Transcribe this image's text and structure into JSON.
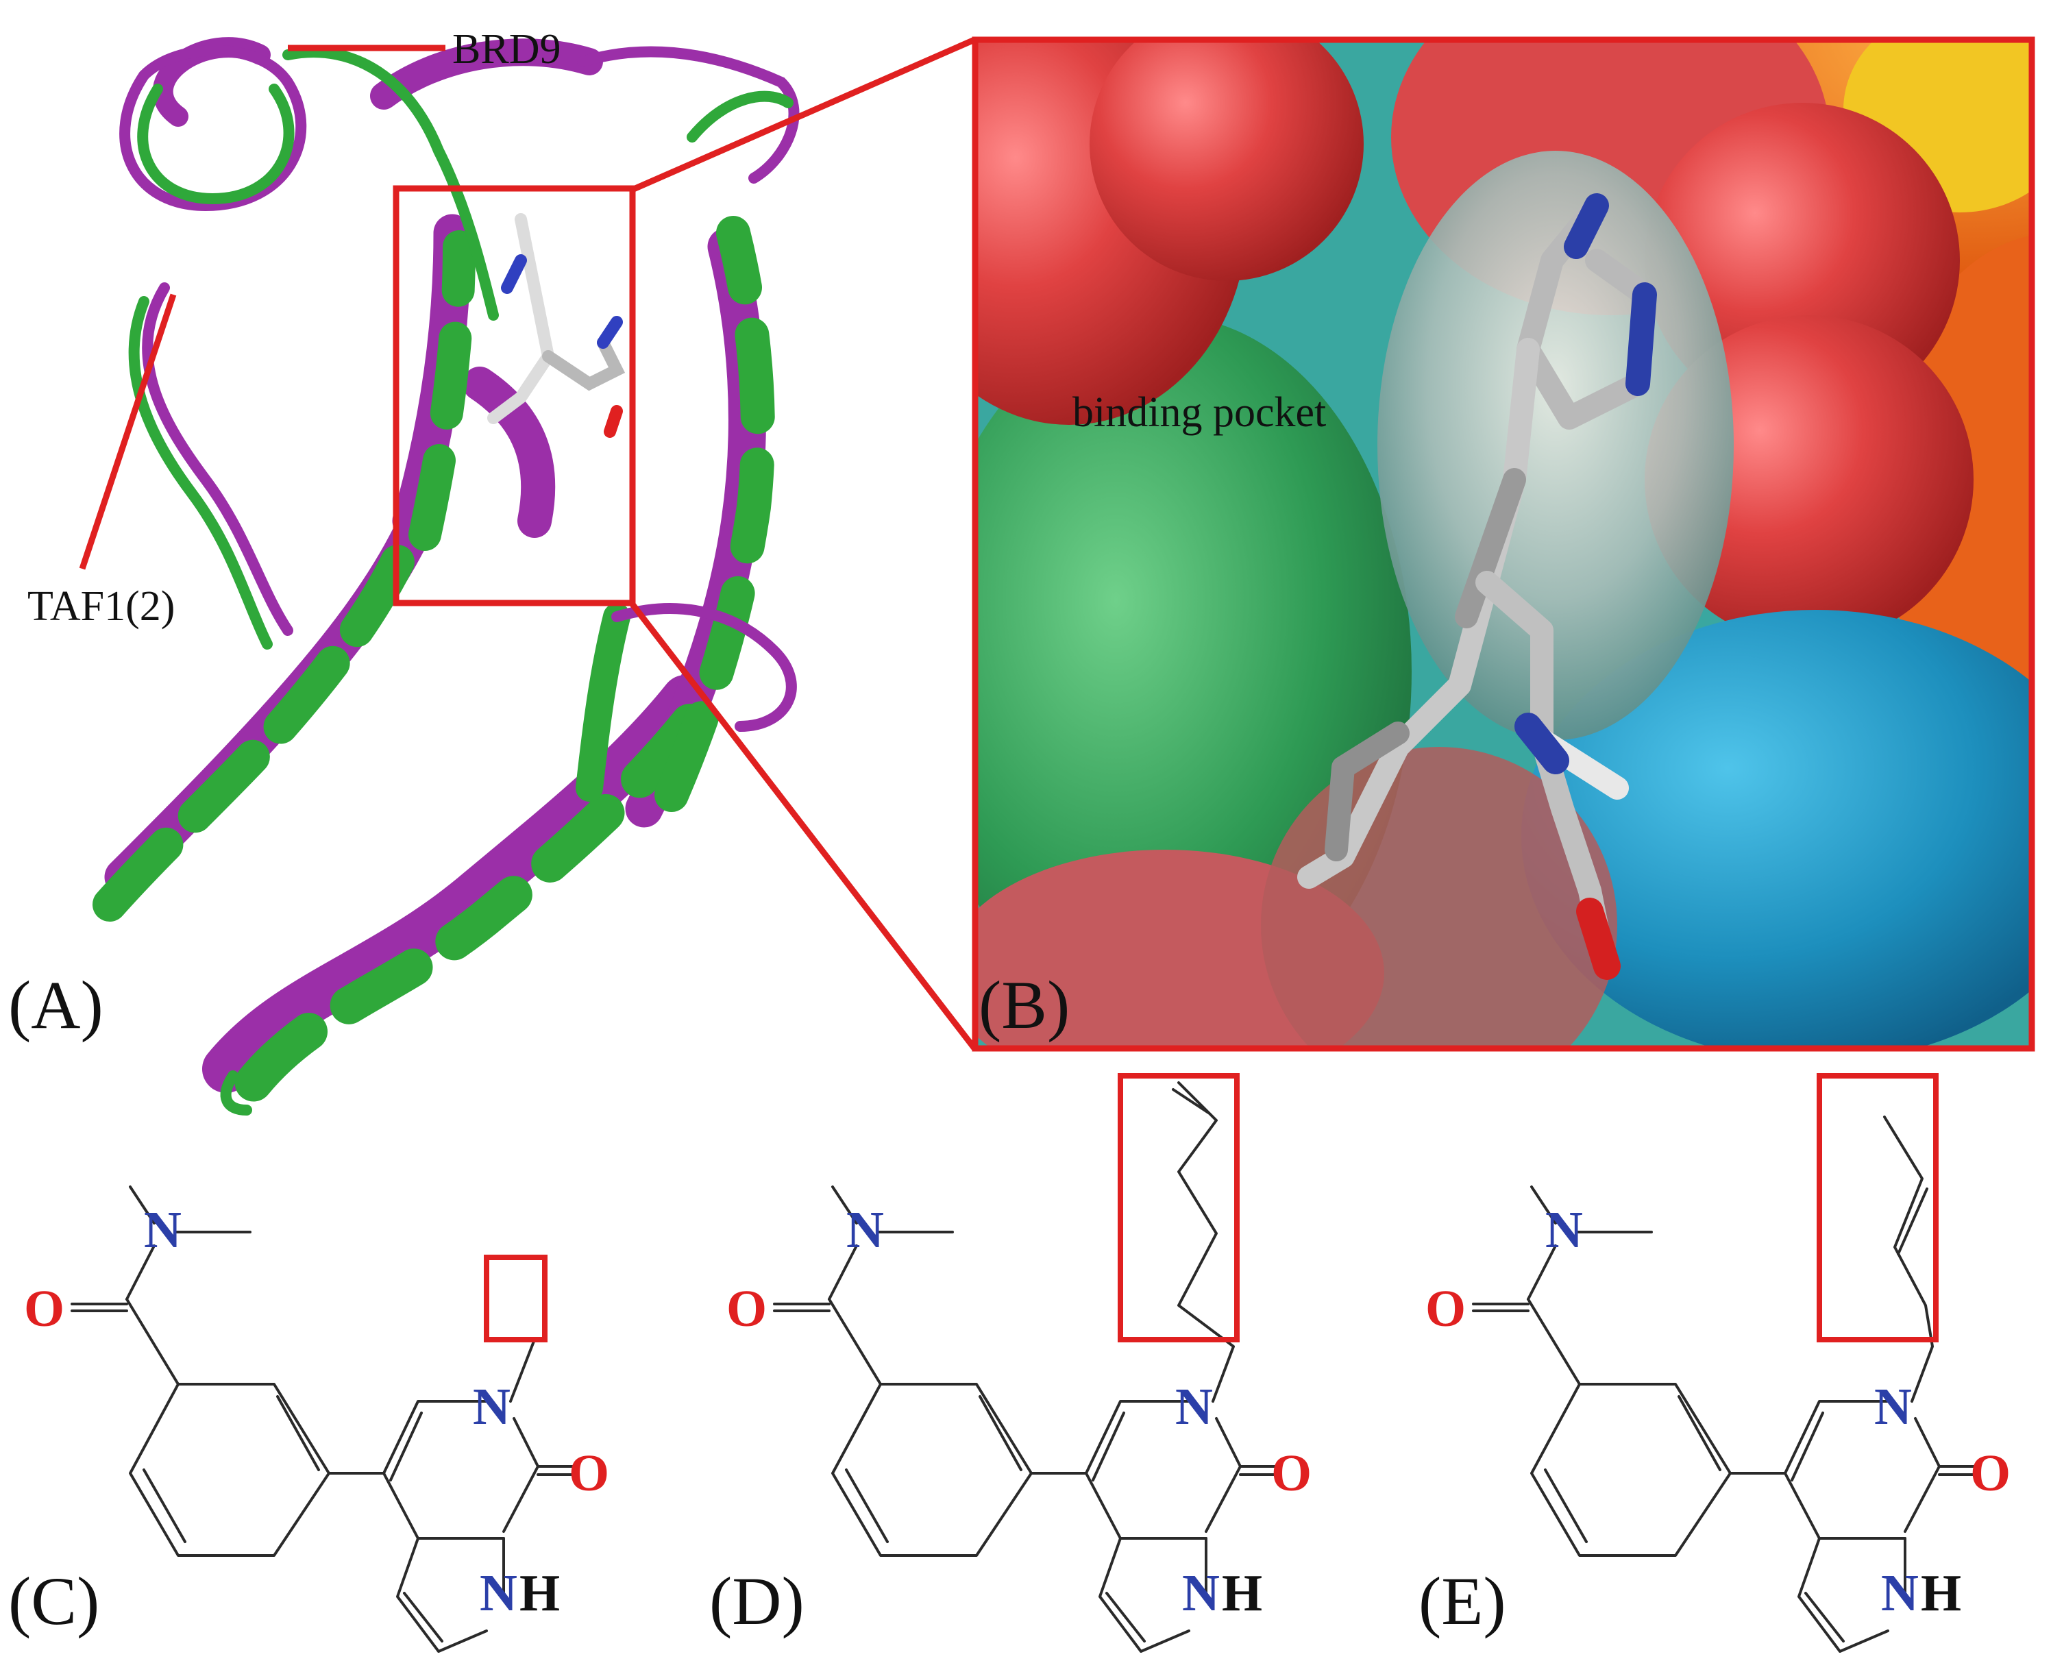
{
  "panels": {
    "A": {
      "label": "(A)",
      "callouts": [
        "BRD9",
        "TAF1(2)"
      ],
      "colors": {
        "BRD9": "#9b2fa8",
        "TAF1(2)": "#2fa83a",
        "callout_line": "#e02020"
      }
    },
    "B": {
      "label": "(B)",
      "annotation": "binding pocket",
      "frame_color": "#e02020"
    },
    "C": {
      "label": "(C)"
    },
    "D": {
      "label": "(D)"
    },
    "E": {
      "label": "(E)"
    }
  },
  "atoms": {
    "N": "N",
    "O": "O",
    "NH_N": "N",
    "NH_H": "H"
  },
  "colors": {
    "nitrogen": "#2b3fa8",
    "oxygen": "#e02020",
    "highlight_box": "#e02020",
    "bond": "#2a2a2a"
  }
}
